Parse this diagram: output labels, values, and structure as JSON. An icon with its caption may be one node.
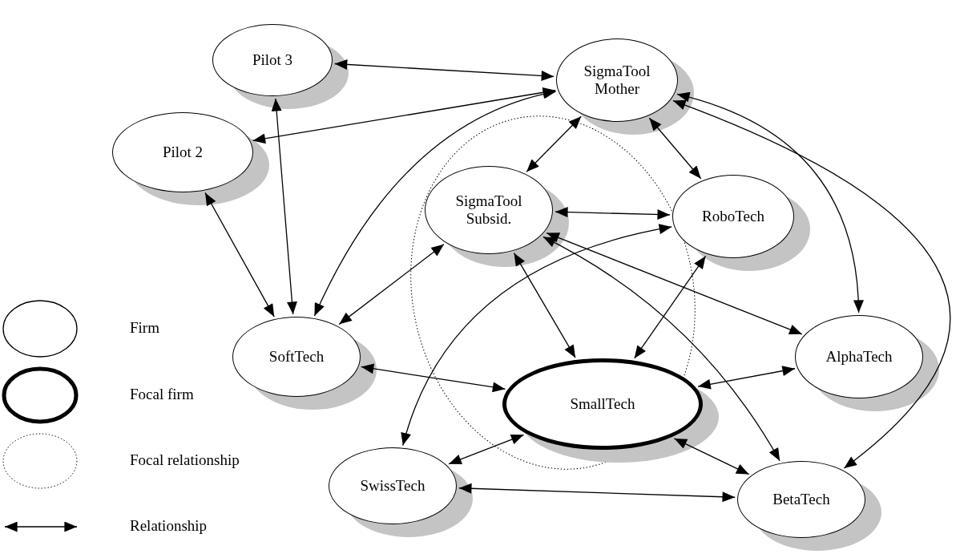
{
  "diagram": {
    "nodes": [
      {
        "text": [
          "Pilot 3"
        ]
      },
      {
        "text": [
          "SigmaTool Mother"
        ]
      },
      {
        "text": [
          "Pilot 2"
        ]
      },
      {
        "text": [
          "SigmaTool Subsid."
        ]
      },
      {
        "text": [
          "RoboTech"
        ]
      },
      {
        "text": [
          "SoftTech"
        ]
      },
      {
        "text": [
          "AlphaTech"
        ]
      },
      {
        "text": [
          "SmallTech"
        ]
      },
      {
        "text": [
          "SwissTech"
        ]
      },
      {
        "text": [
          "BetaTech"
        ]
      }
    ],
    "edges": [
      {
        "from": 0,
        "to": 1,
        "arrow": "both"
      },
      {
        "from": 0,
        "to": 5,
        "arrow": "both"
      },
      {
        "from": 2,
        "to": 1,
        "arrow": "both"
      },
      {
        "from": 2,
        "to": 5,
        "arrow": "both"
      },
      {
        "from": 5,
        "to": 1,
        "arrow": "both"
      },
      {
        "from": 1,
        "to": 3,
        "arrow": "both"
      },
      {
        "from": 1,
        "to": 4,
        "arrow": "both"
      },
      {
        "from": 1,
        "to": 6,
        "arrow": "both"
      },
      {
        "from": 1,
        "to": 9,
        "arrow": "both"
      },
      {
        "from": 3,
        "to": 4,
        "arrow": "both"
      },
      {
        "from": 3,
        "to": 5,
        "arrow": "both"
      },
      {
        "from": 3,
        "to": 7,
        "arrow": "both"
      },
      {
        "from": 3,
        "to": 6,
        "arrow": "both"
      },
      {
        "from": 3,
        "to": 9,
        "arrow": "both"
      },
      {
        "from": 4,
        "to": 8,
        "arrow": "both"
      },
      {
        "from": 4,
        "to": 7,
        "arrow": "both"
      },
      {
        "from": 5,
        "to": 7,
        "arrow": "both"
      },
      {
        "from": 6,
        "to": 7,
        "arrow": "both"
      },
      {
        "from": 7,
        "to": 8,
        "arrow": "both"
      },
      {
        "from": 7,
        "to": 9,
        "arrow": "both"
      },
      {
        "from": 8,
        "to": 9,
        "arrow": "both"
      }
    ],
    "legend": [
      {
        "text": "Firm"
      },
      {
        "text": "Focal firm"
      },
      {
        "text": "Focal relationship"
      },
      {
        "text": "Relationship"
      }
    ]
  }
}
